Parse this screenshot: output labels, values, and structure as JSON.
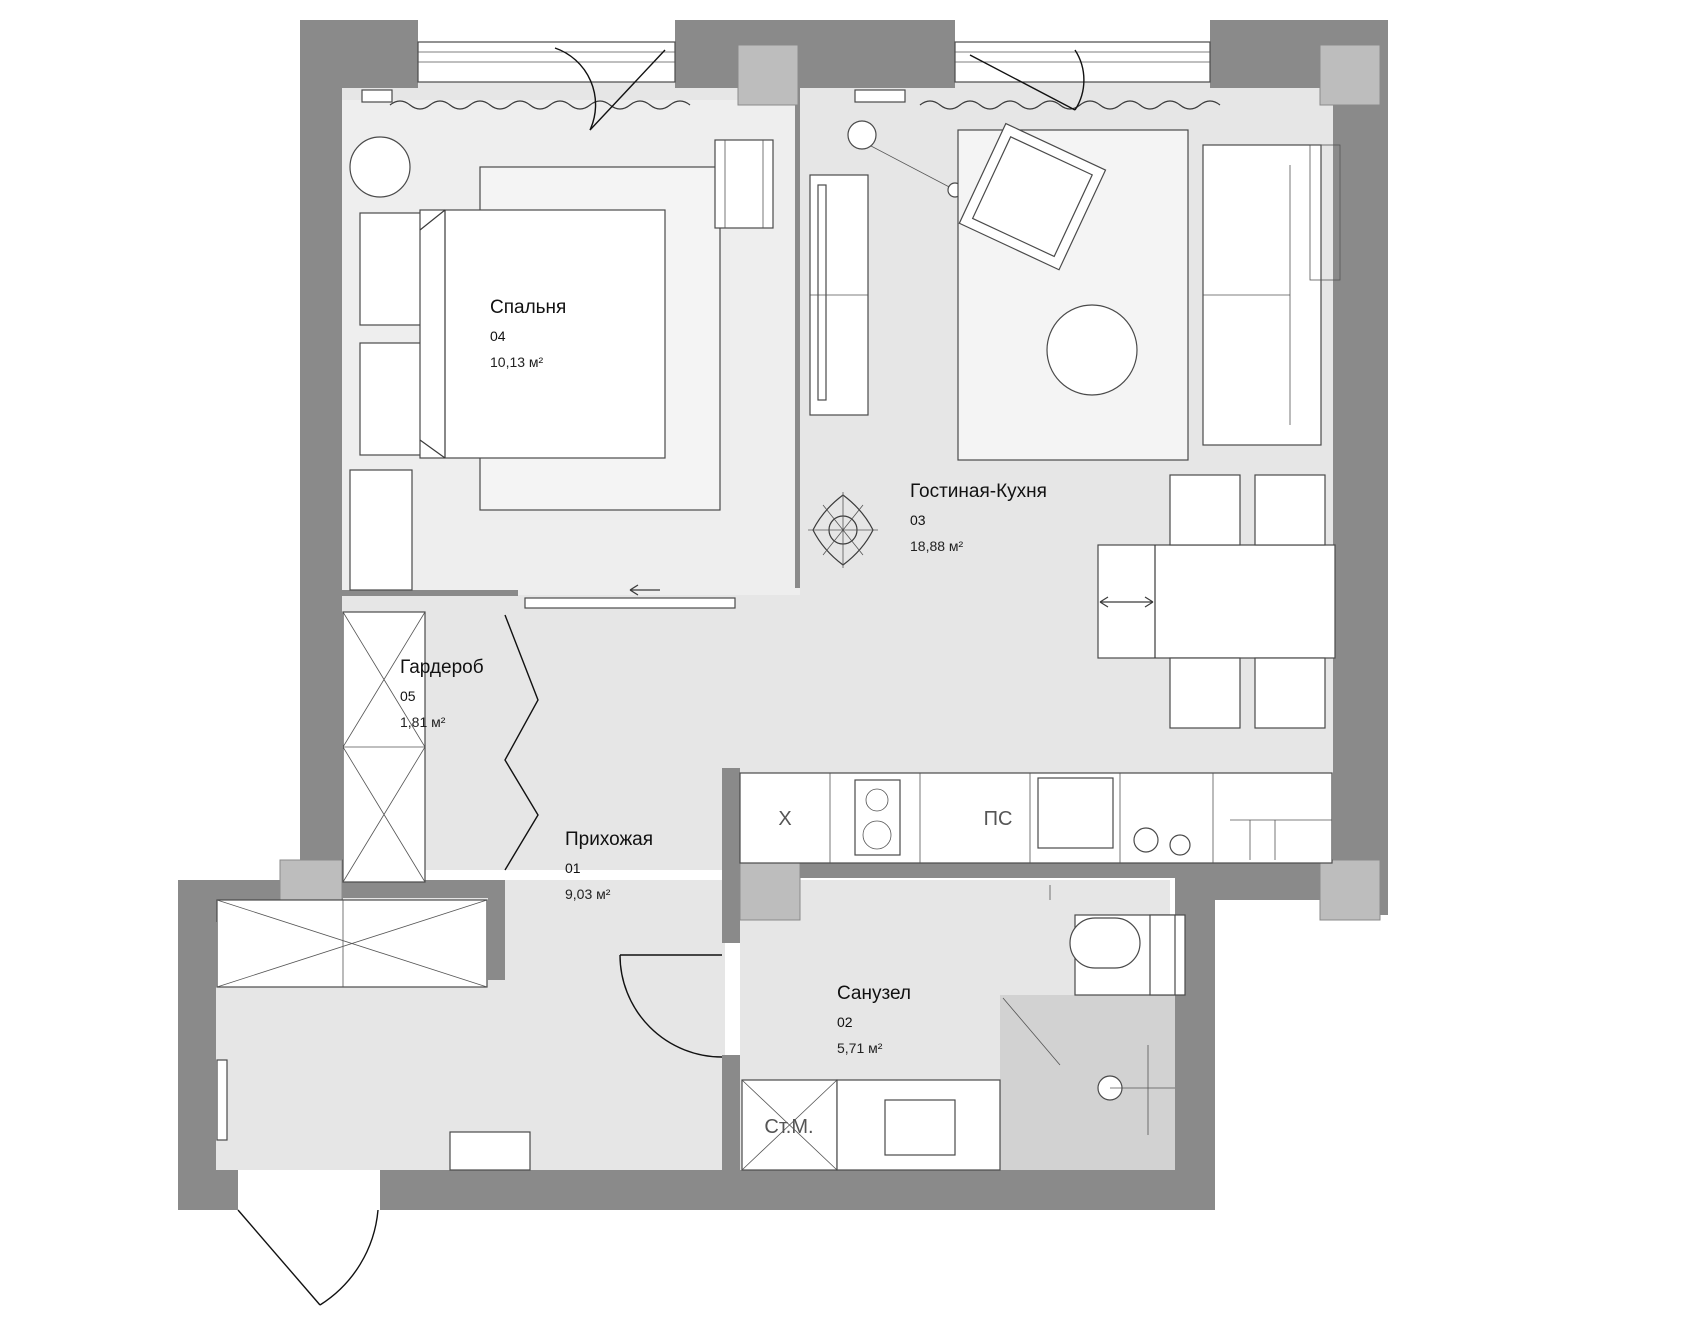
{
  "rooms": [
    {
      "id": "bedroom",
      "name": "Спальня",
      "number": "04",
      "area": "10,13 м²"
    },
    {
      "id": "living",
      "name": "Гостиная-Кухня",
      "number": "03",
      "area": "18,88 м²"
    },
    {
      "id": "wardrobe",
      "name": "Гардероб",
      "number": "05",
      "area": "1,81 м²"
    },
    {
      "id": "hall",
      "name": "Прихожая",
      "number": "01",
      "area": "9,03 м²"
    },
    {
      "id": "bath",
      "name": "Санузел",
      "number": "02",
      "area": "5,71 м²"
    }
  ],
  "fixtures": {
    "fridge": "Х",
    "shaft": "ПС",
    "washer": "Ст.М."
  }
}
